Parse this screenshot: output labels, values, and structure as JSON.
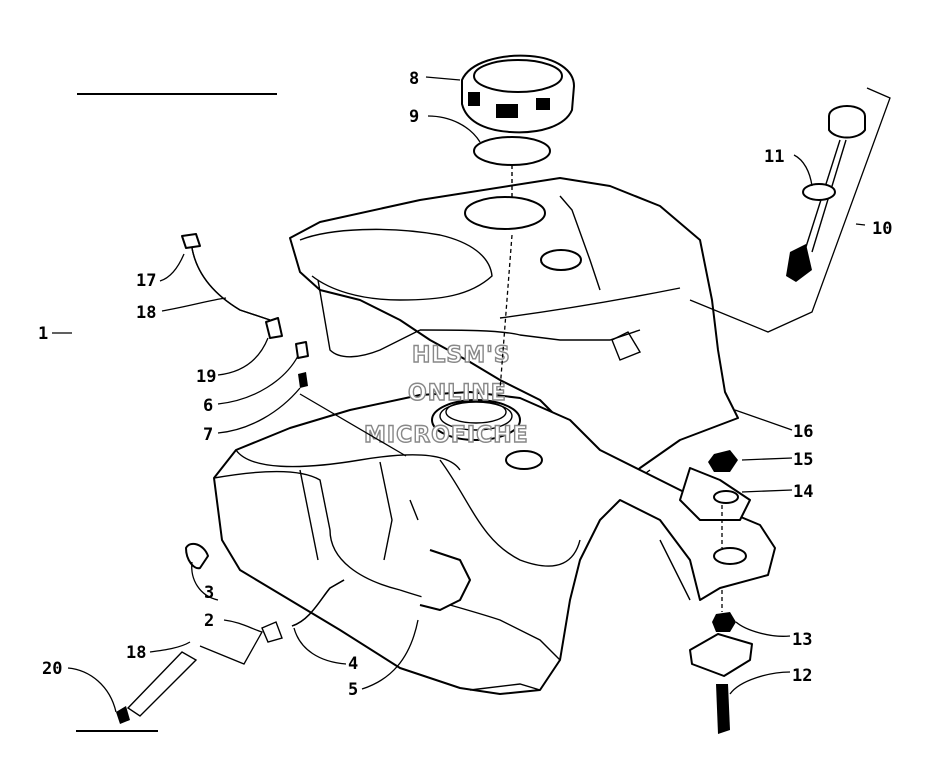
{
  "watermark": {
    "line1": "HLSM'S",
    "line2": "ONLINE",
    "line3": "MICROFICHE"
  },
  "callouts": {
    "c1": "1",
    "c2": "2",
    "c3": "3",
    "c4": "4",
    "c5": "5",
    "c6": "6",
    "c7": "7",
    "c8": "8",
    "c9": "9",
    "c10": "10",
    "c11": "11",
    "c12": "12",
    "c13": "13",
    "c14": "14",
    "c15": "15",
    "c16": "16",
    "c17": "17",
    "c18a": "18",
    "c18b": "18",
    "c19": "19",
    "c20": "20"
  }
}
